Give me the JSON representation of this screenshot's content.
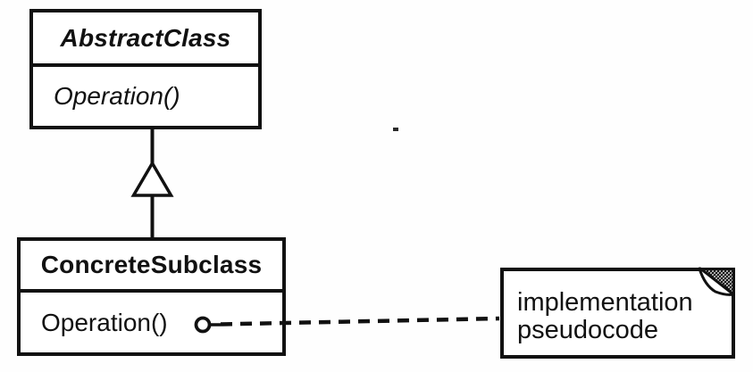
{
  "classes": [
    {
      "name": "AbstractClass",
      "operation": "Operation()"
    },
    {
      "name": "ConcreteSubclass",
      "operation": "Operation()"
    }
  ],
  "note": {
    "lines": [
      "implementation",
      "pseudocode"
    ]
  },
  "icons": {
    "inheritance": "hollow-triangle-up",
    "connector_origin": "small-circle",
    "note_corner": "folded-dog-ear"
  },
  "colors": {
    "ink": "#111111",
    "paper": "#fefefe"
  }
}
